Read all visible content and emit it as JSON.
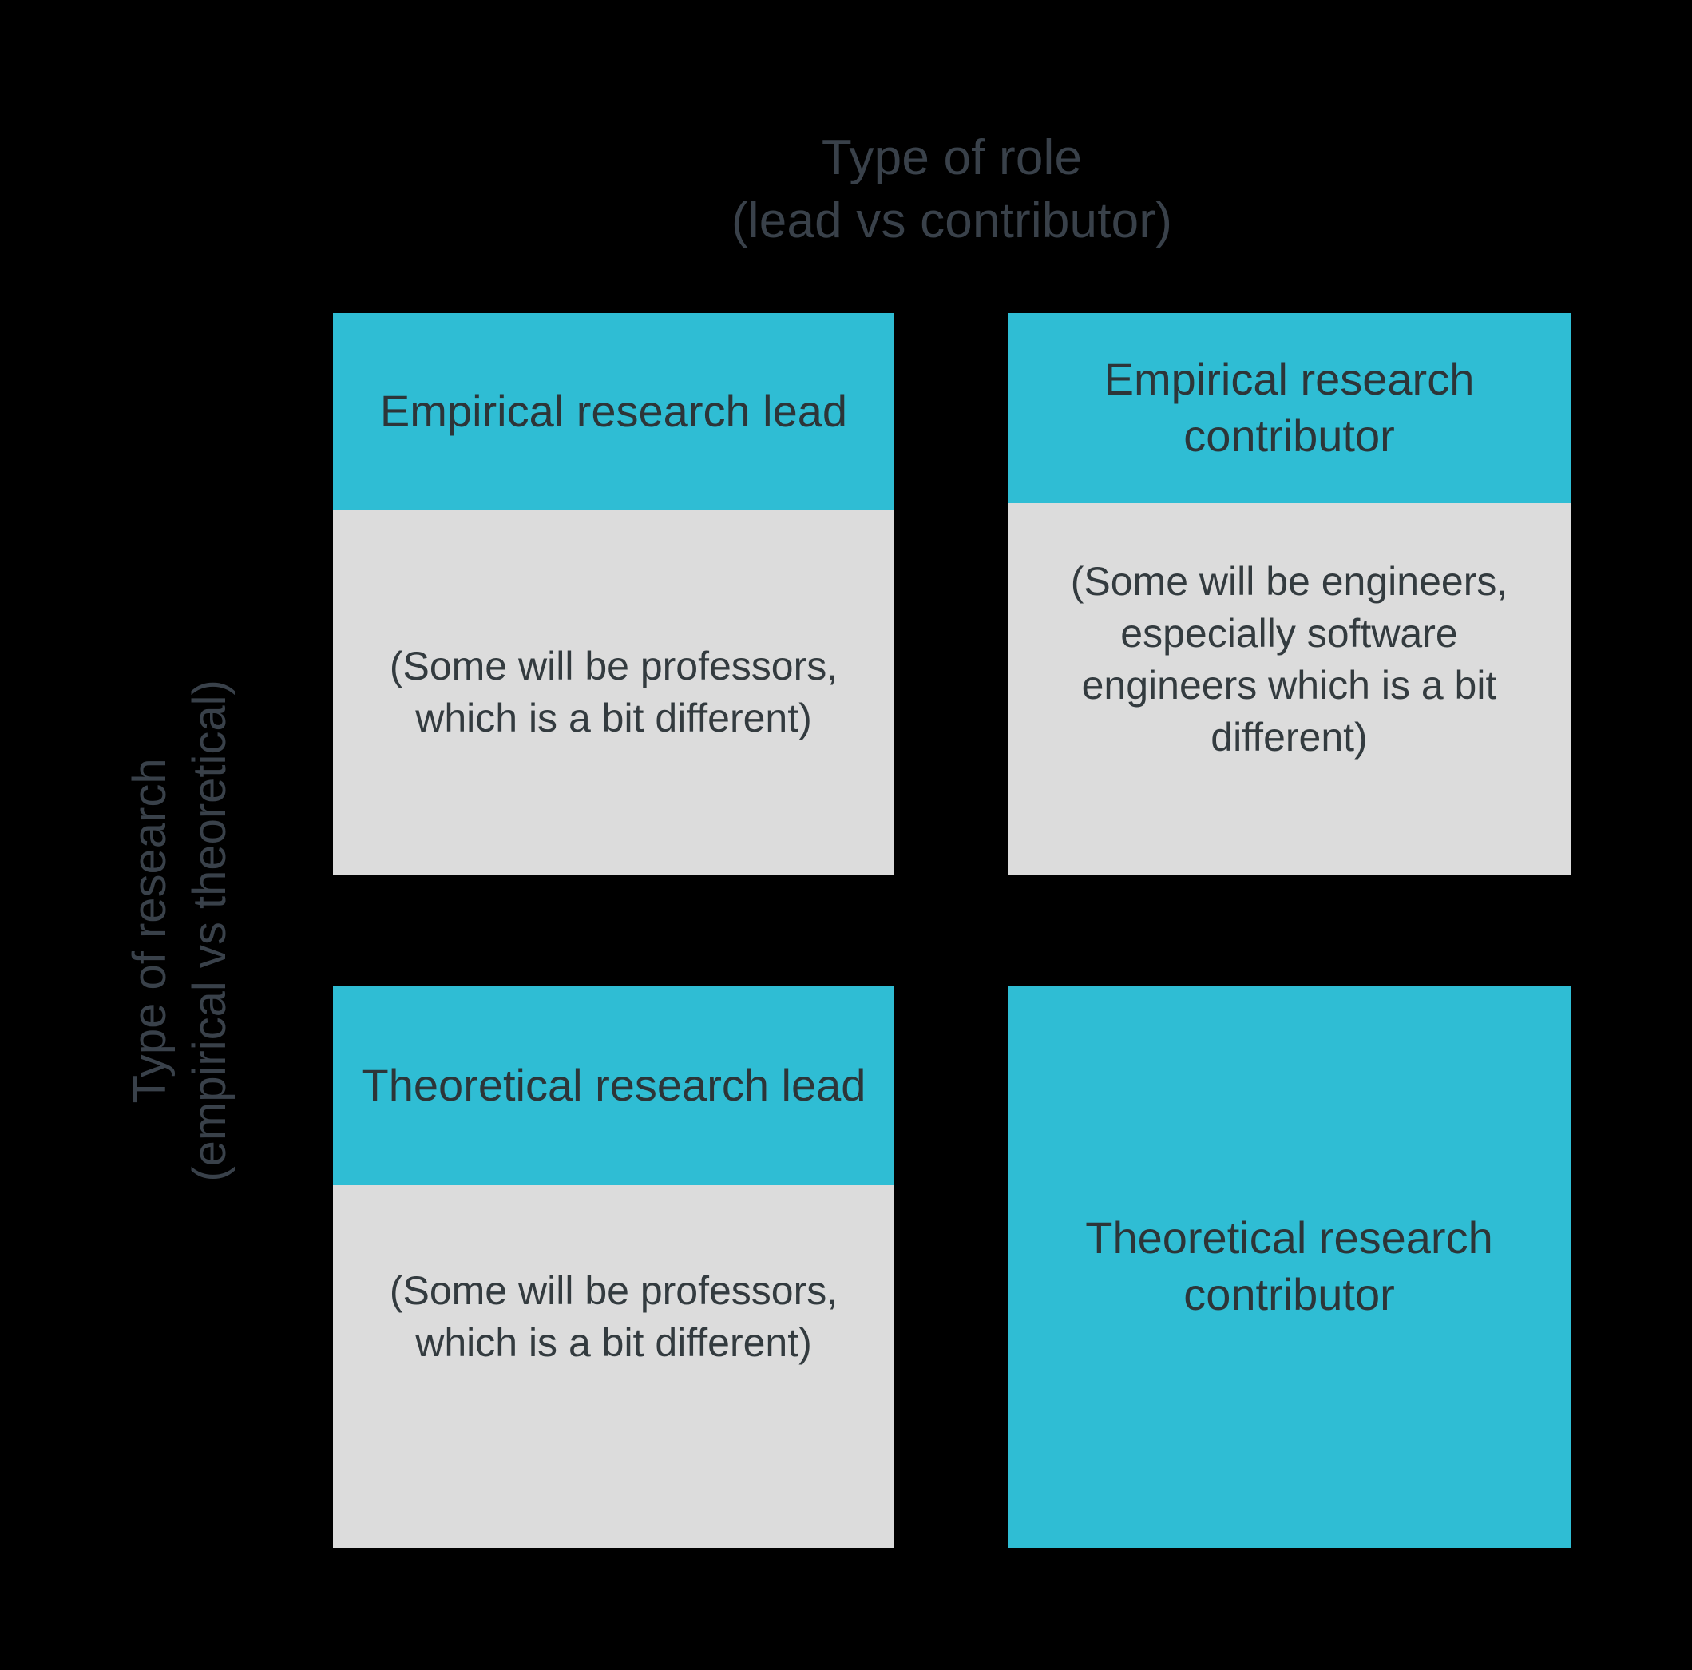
{
  "axes": {
    "column": {
      "line1": "Type of role",
      "line2": "(lead vs contributor)"
    },
    "row": {
      "line1": "Type of research",
      "line2": "(empirical vs theoretical)"
    }
  },
  "colors": {
    "background": "#000000",
    "accent_teal": "#2fbdd4",
    "panel_gray": "#dcdcdc",
    "text_dark": "#2d3538",
    "axis_label": "#39414a"
  },
  "quadrants": {
    "top_left": {
      "title": "Empirical research lead",
      "note": "(Some will be professors, which is a bit different)",
      "style": "header-and-body"
    },
    "top_right": {
      "title": "Empirical research contributor",
      "note": "(Some will be engineers, especially software engineers which is a bit different)",
      "style": "header-and-body"
    },
    "bottom_left": {
      "title": "Theoretical research lead",
      "note": "(Some will be professors, which is a bit different)",
      "style": "header-and-body"
    },
    "bottom_right": {
      "title": "Theoretical research contributor",
      "note": "",
      "style": "solid"
    }
  }
}
